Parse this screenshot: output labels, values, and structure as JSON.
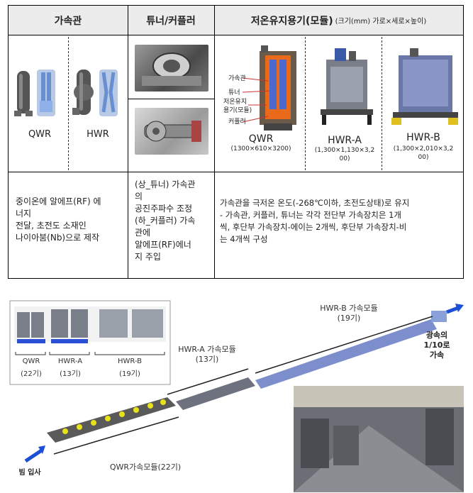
{
  "table": {
    "headers": {
      "cavity": "가속관",
      "tuner": "튜너/커플러",
      "cryo": "저온유지용기(모듈)",
      "cryo_note": "(크기(mm) 가로×세로×높이)"
    },
    "cavity_labels": [
      "QWR",
      "HWR"
    ],
    "cryo_inset_labels": [
      "가속관",
      "튜너",
      "저온유지\n용기(모듈)",
      "커플러"
    ],
    "modules": [
      {
        "name": "QWR",
        "size": "(1300×610×3200)"
      },
      {
        "name": "HWR-A",
        "size": "(1,300×1,130×3,2\n00)"
      },
      {
        "name": "HWR-B",
        "size": "(1,300×2,010×3,2\n00)"
      }
    ],
    "descriptions": {
      "cavity": "중이온에 알에프(RF) 에\n너지\n전달, 초전도 소재인\n나이아붐(Nb)으로 제작",
      "tuner": "(상_튜너) 가속관\n의\n공진주파수 조정\n(하_커플러) 가속\n관에\n알에프(RF)에너\n지 주입",
      "cryo": "가속관을 극저온 온도(-268℃이하, 초전도상태)로 유지\n - 가속관, 커플러, 튜너는 각각 전단부 가속장치은 1개\n씩,  후단부 가속장치-에이는 2개씩, 후단부 가속장치-비\n는 4개씩 구성"
    }
  },
  "linac": {
    "inset_labels": [
      {
        "name": "QWR",
        "count": "(22기)"
      },
      {
        "name": "HWR-A",
        "count": "(13기)"
      },
      {
        "name": "HWR-B",
        "count": "(19기)"
      }
    ],
    "qwr_label": "QWR가속모듈(22기)",
    "hwra_label": "HWR-A 가속모듈\n(13기)",
    "hwrb_label": "HWR-B 가속모듈\n(19기)",
    "beam_in": "빔 입사",
    "speed": "광속의\n1/10로\n가속"
  },
  "colors": {
    "header_bg": "#ececec",
    "arrow": "#1a4fd6",
    "yellow": "#e8e21a",
    "module_blue": "#8aa0d8"
  }
}
